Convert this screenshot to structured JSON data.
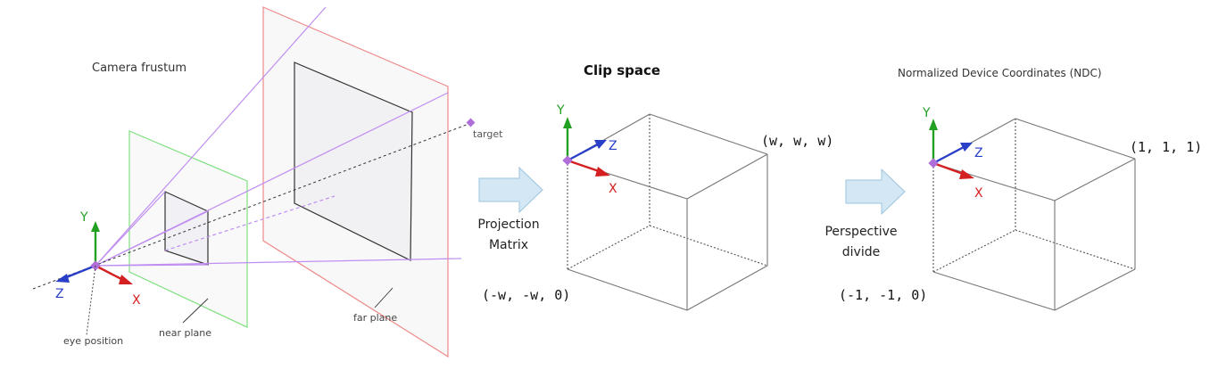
{
  "frustum": {
    "title": "Camera frustum",
    "target_label": "target",
    "eye_label": "eye position",
    "near_label": "near plane",
    "far_label": "far plane",
    "axis_x": "X",
    "axis_y": "Y",
    "axis_z": "Z"
  },
  "clip": {
    "title": "Clip space",
    "arrow_label_line1": "Projection",
    "arrow_label_line2": "Matrix",
    "corner_max": "(w, w, w)",
    "corner_min": "(-w, -w, 0)",
    "axis_x": "X",
    "axis_y": "Y",
    "axis_z": "Z"
  },
  "ndc": {
    "title": "Normalized Device Coordinates (NDC)",
    "arrow_label_line1": "Perspective",
    "arrow_label_line2": "divide",
    "corner_max": "(1, 1, 1)",
    "corner_min": "(-1, -1, 0)",
    "axis_x": "X",
    "axis_y": "Y",
    "axis_z": "Z"
  },
  "colors": {
    "axis_x": "#d42020",
    "axis_y": "#22a022",
    "axis_z": "#2a3fc8",
    "origin": "#b06ed8",
    "near_plane": "#7fe07f",
    "far_plane": "#f08a8a",
    "frustum_edge": "#c08ef0",
    "arrow_fill": "#d4e7f5",
    "arrow_stroke": "#9cc3dd"
  }
}
